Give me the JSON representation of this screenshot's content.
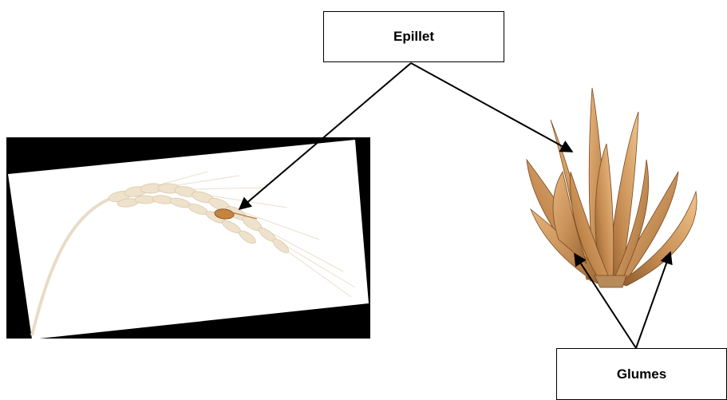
{
  "labels": {
    "epillet": "Epillet",
    "glumes": "Glumes"
  },
  "colors": {
    "line": "#000000",
    "box_border": "#000000",
    "photo_frame": "#000000",
    "wheat_pale": "#efe2cc",
    "glume_tan": "#c8925a"
  },
  "icons": {
    "left_image": "wheat-ear-photo",
    "right_image": "oat-spikelet-photo"
  }
}
